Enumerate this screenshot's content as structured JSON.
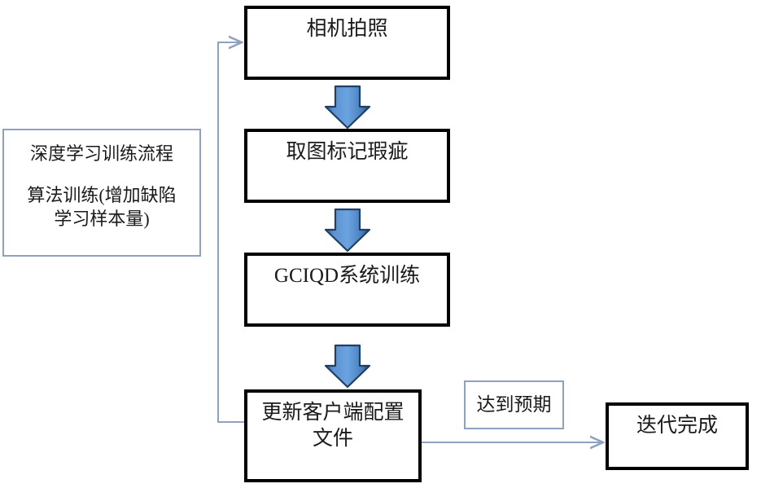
{
  "diagram": {
    "title_note": {
      "line1": "深度学习训练流程",
      "line2": "算法训练(增加缺陷\n学习样本量)"
    },
    "nodes": [
      {
        "id": "capture",
        "label": "相机拍照"
      },
      {
        "id": "annotate",
        "label": "取图标记瑕疵"
      },
      {
        "id": "train",
        "label": "GCIQD系统训练"
      },
      {
        "id": "update-config",
        "label": "更新客户端配置\n文件"
      },
      {
        "id": "iteration-done",
        "label": "迭代完成"
      }
    ],
    "edge_labels": [
      {
        "id": "expected",
        "label": "达到预期"
      }
    ],
    "colors": {
      "node_border": "#000000",
      "note_border": "#8ea2c0",
      "arrow_fill_light": "#5b93d3",
      "arrow_fill_dark": "#1f4e79",
      "connector_line": "#8ea2c0",
      "background": "#ffffff",
      "text": "#1a1a1a"
    }
  }
}
